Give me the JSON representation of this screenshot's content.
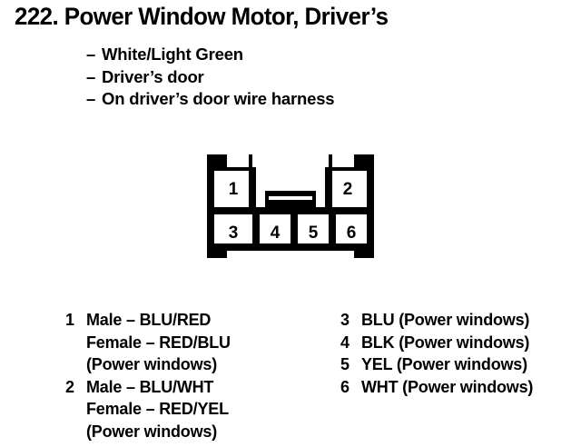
{
  "header": {
    "number": "222.",
    "title": "Power Window Motor, Driver’s",
    "full_title": "222. Power Window Motor, Driver’s",
    "dash": "–",
    "bullets": [
      "White/Light Green",
      "Driver’s door",
      "On driver’s door wire harness"
    ]
  },
  "connector": {
    "cavity_count": 6,
    "top_row": [
      "1",
      "2"
    ],
    "bottom_row": [
      "3",
      "4",
      "5",
      "6"
    ],
    "latch_label": "center-latch",
    "outline_color": "#000000",
    "fill_color": "#ffffff"
  },
  "legend": {
    "left_column": [
      {
        "pin": "1",
        "lines": [
          "Male – BLU/RED",
          "Female – RED/BLU",
          "(Power windows)"
        ]
      },
      {
        "pin": "2",
        "lines": [
          "Male – BLU/WHT",
          "Female – RED/YEL",
          "(Power windows)"
        ]
      }
    ],
    "right_column": [
      {
        "pin": "3",
        "lines": [
          "BLU (Power windows)"
        ]
      },
      {
        "pin": "4",
        "lines": [
          "BLK (Power windows)"
        ]
      },
      {
        "pin": "5",
        "lines": [
          "YEL (Power windows)"
        ]
      },
      {
        "pin": "6",
        "lines": [
          "WHT (Power windows)"
        ]
      }
    ]
  }
}
